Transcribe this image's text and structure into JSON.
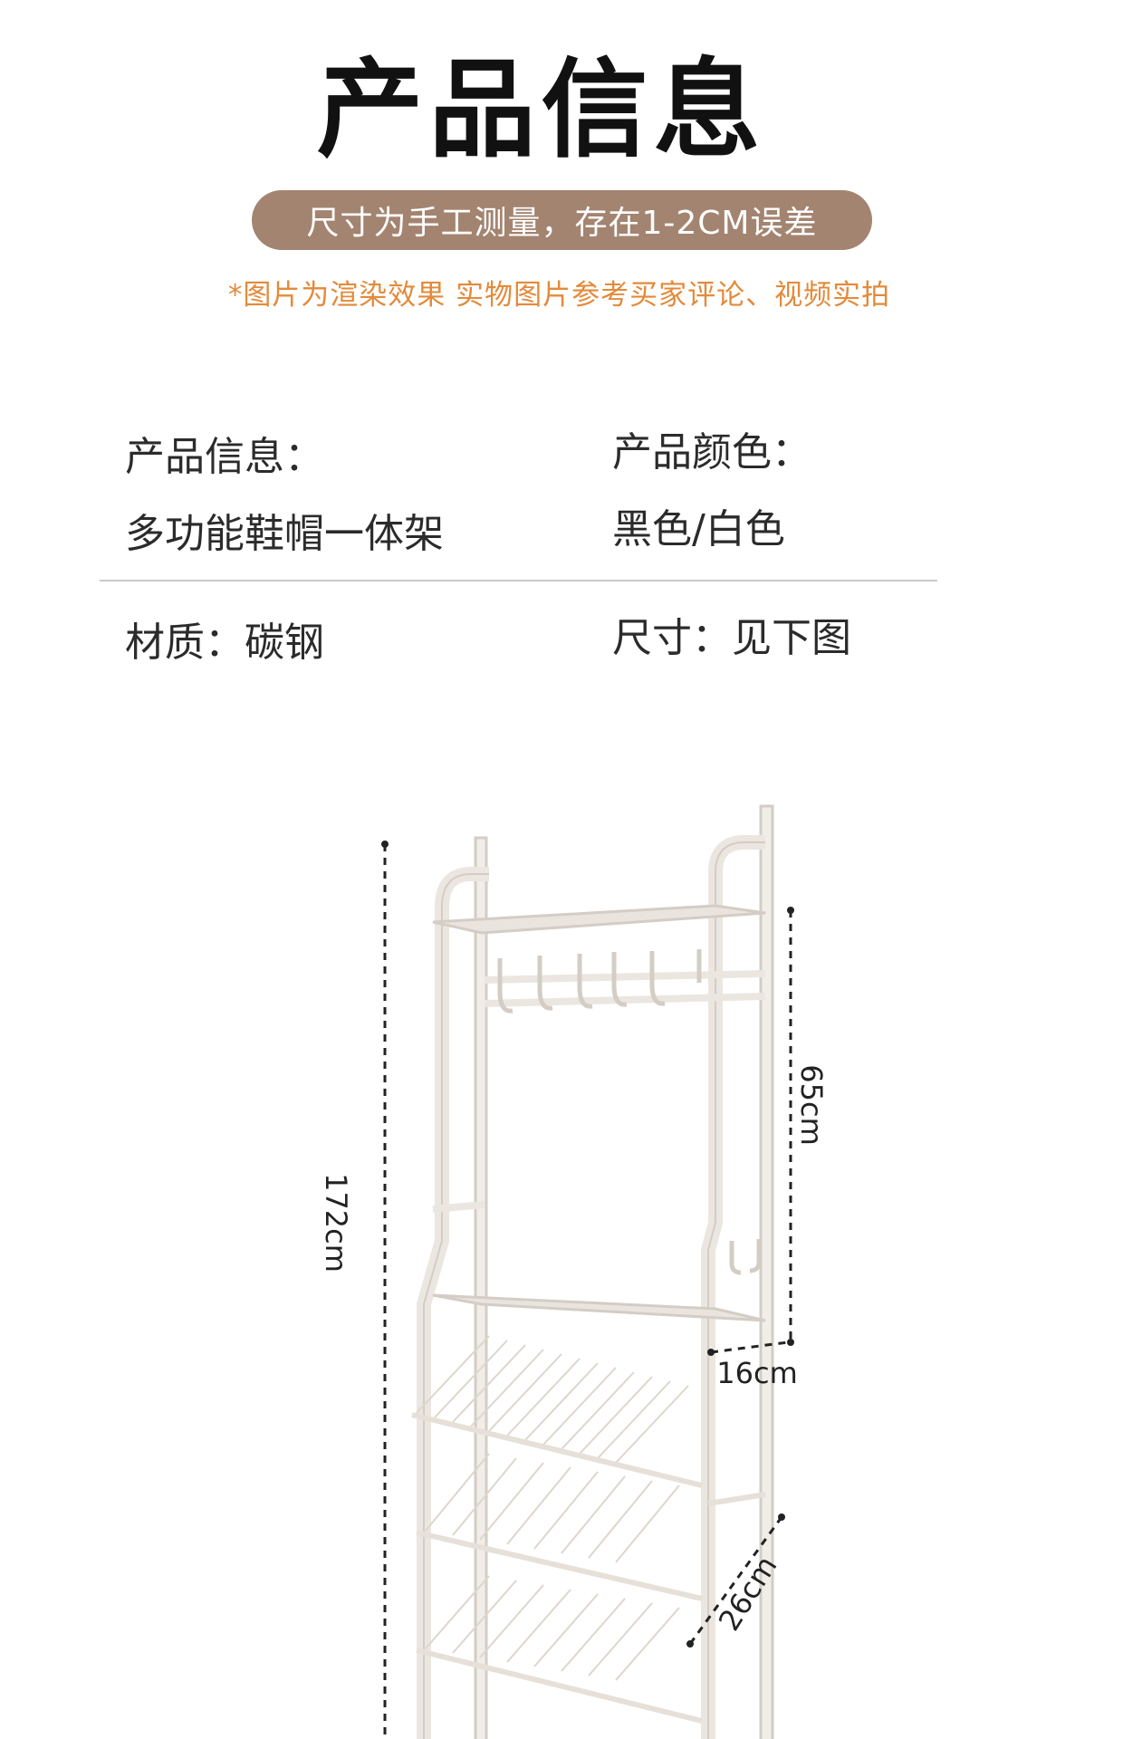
{
  "header": {
    "title": "产品信息",
    "pill_text": "尺寸为手工测量，存在1-2CM误差",
    "note": "*图片为渲染效果 实物图片参考买家评论、视频实拍"
  },
  "info": {
    "product_info_label": "产品信息：",
    "product_info_value": "多功能鞋帽一体架",
    "color_label": "产品颜色：",
    "color_value": "黑色/白色",
    "material": "材质：碳钢",
    "size": "尺寸：见下图"
  },
  "dimensions": {
    "height": "172cm",
    "upper_height": "65cm",
    "depth_top": "16cm",
    "depth_bottom": "26cm"
  },
  "colors": {
    "pill": "#a38470",
    "note": "#e38a3a",
    "rack": "#efebe6",
    "rack_outline": "#cdc6be"
  }
}
